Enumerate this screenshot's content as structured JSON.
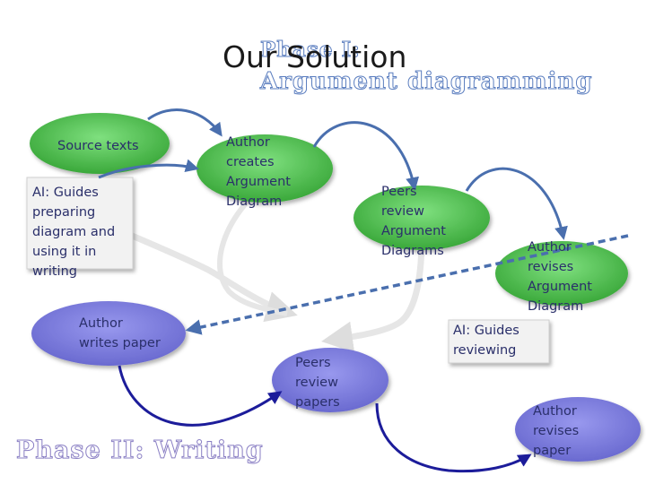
{
  "title": "Our Solution",
  "phase1": {
    "line1": "Phase I:",
    "line2": "Argument diagramming"
  },
  "phase2": {
    "label": "Phase II: Writing"
  },
  "nodes": {
    "source_texts": "Source texts",
    "author_creates": [
      "Author",
      "creates",
      "Argument",
      "Diagram"
    ],
    "peers_review_diagrams": [
      "Peers",
      "review",
      "Argument",
      "Diagrams"
    ],
    "author_revises_diagram": [
      "Author",
      "revises",
      "Argument",
      "Diagram"
    ],
    "ai_guides_preparing": [
      "AI: Guides",
      "preparing",
      "diagram and",
      "using it in",
      "writing"
    ],
    "author_writes_paper": [
      "Author",
      "writes paper"
    ],
    "peers_review_papers": [
      "Peers",
      "review",
      "papers"
    ],
    "ai_guides_reviewing": [
      "AI: Guides",
      "reviewing"
    ],
    "author_revises_paper": [
      "Author",
      "revises",
      "paper"
    ]
  },
  "colors": {
    "green_fill": "#4ec24e",
    "violet_fill": "#7878d8",
    "gray_fill": "#f2f2f2",
    "arrow_blue": "#4a6fae",
    "arrow_navy": "#1c1c9a",
    "arrow_gray": "#e6e6e6"
  }
}
